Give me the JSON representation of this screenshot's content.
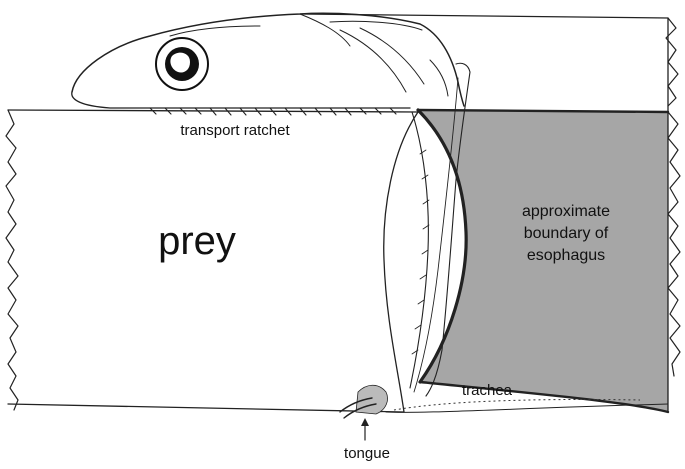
{
  "labels": {
    "transport": "transport ratchet",
    "prey": "prey",
    "esophagus_line1": "approximate",
    "esophagus_line2": "boundary of",
    "esophagus_line3": "esophagus",
    "trachea": "trachea",
    "tongue": "tongue"
  },
  "colors": {
    "esophagus_fill": "#a6a6a6",
    "ink": "#222222",
    "background": "#ffffff"
  }
}
